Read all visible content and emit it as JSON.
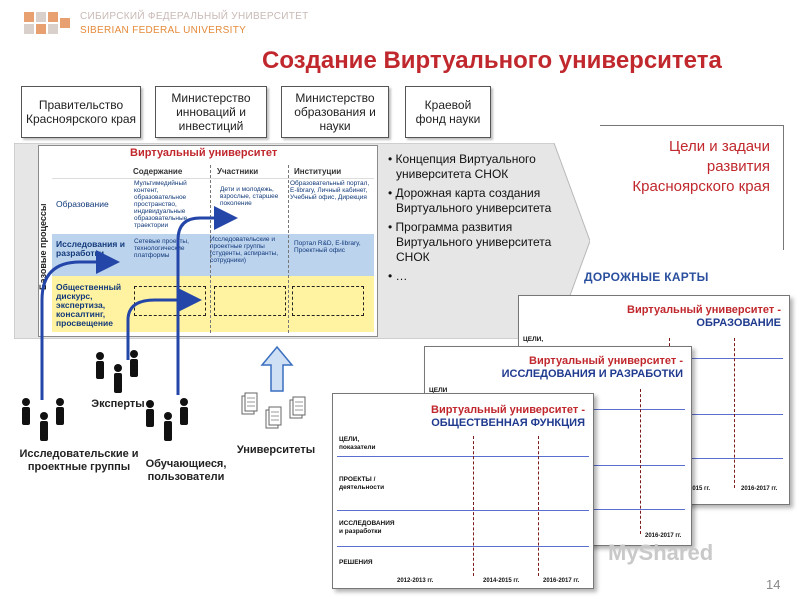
{
  "header": {
    "university_ru": "СИБИРСКИЙ ФЕДЕРАЛЬНЫЙ УНИВЕРСИТЕТ",
    "university_en": "SIBERIAN FEDERAL UNIVERSITY",
    "title": "Создание Виртуального университета"
  },
  "orgs": [
    "Правительство Красноярского края",
    "Министерство инноваций и инвестиций",
    "Министерство образования и науки",
    "Краевой фонд науки"
  ],
  "vu_diagram": {
    "title": "Виртуальный университет",
    "col_headers": [
      "Содержание",
      "Участники",
      "Институции"
    ],
    "side_label": "Базовые процессы",
    "rows": [
      {
        "label": "Образование",
        "cells": [
          "Мультимедийный контент, образовательное пространство, индивидуальные образовательные траектории",
          "Дети и молодежь, взрослые, старшее поколение",
          "Образовательный портал, E-library, Личный кабинет, Учебный офис, Дирекция"
        ]
      },
      {
        "label": "Исследования и разработки",
        "cells": [
          "Сетевые проекты, технологические платформы",
          "Исследовательские и проектные группы (студенты, аспиранты, сотрудники)",
          "Портал R&D, E-library, Проектный офис"
        ]
      },
      {
        "label": "Общественный дискурс, экспертиза, консалтинг, просвещение",
        "cells": [
          "",
          "",
          ""
        ]
      }
    ]
  },
  "bullets": [
    "Концепция Виртуального университета СНОК",
    "Дорожная карта создания Виртуального университета",
    "Программа развития Виртуального университета СНОК",
    "…"
  ],
  "goals": "Цели и задачи развития Красноярского края",
  "roadmaps_label": "ДОРОЖНЫЕ КАРТЫ",
  "cards": [
    {
      "title_line1": "Виртуальный университет -",
      "title_line2": "ОБРАЗОВАНИЕ",
      "visible_row": "ЦЕЛИ,",
      "years": [
        "2015 гг.",
        "2016-2017 гг."
      ]
    },
    {
      "title_line1": "Виртуальный университет -",
      "title_line2": "ИССЛЕДОВАНИЯ И РАЗРАБОТКИ",
      "visible_row": "ЦЕЛИ",
      "years": [
        "2016-2017 гг."
      ]
    },
    {
      "title_line1": "Виртуальный университет -",
      "title_line2": "ОБЩЕСТВЕННАЯ ФУНКЦИЯ",
      "rows": [
        "ЦЕЛИ, показатели",
        "ПРОЕКТЫ / деятельности",
        "ИССЛЕДОВАНИЯ и разработки",
        "РЕШЕНИЯ"
      ],
      "years": [
        "2012-2013 гг.",
        "2014-2015 гг.",
        "2016-2017 гг."
      ]
    }
  ],
  "groups": {
    "research": "Исследовательские и проектные группы",
    "experts": "Эксперты",
    "learners": "Обучающиеся, пользователи",
    "universities": "Университеты"
  },
  "watermark": "MyShared",
  "page_number": "14",
  "colors": {
    "title_red": "#c0282d",
    "roadmap_blue": "#2a4f9e",
    "arrow_blue": "#2346a8",
    "band_blue": "#bcd3ee",
    "band_yellow": "#fff2a0"
  }
}
